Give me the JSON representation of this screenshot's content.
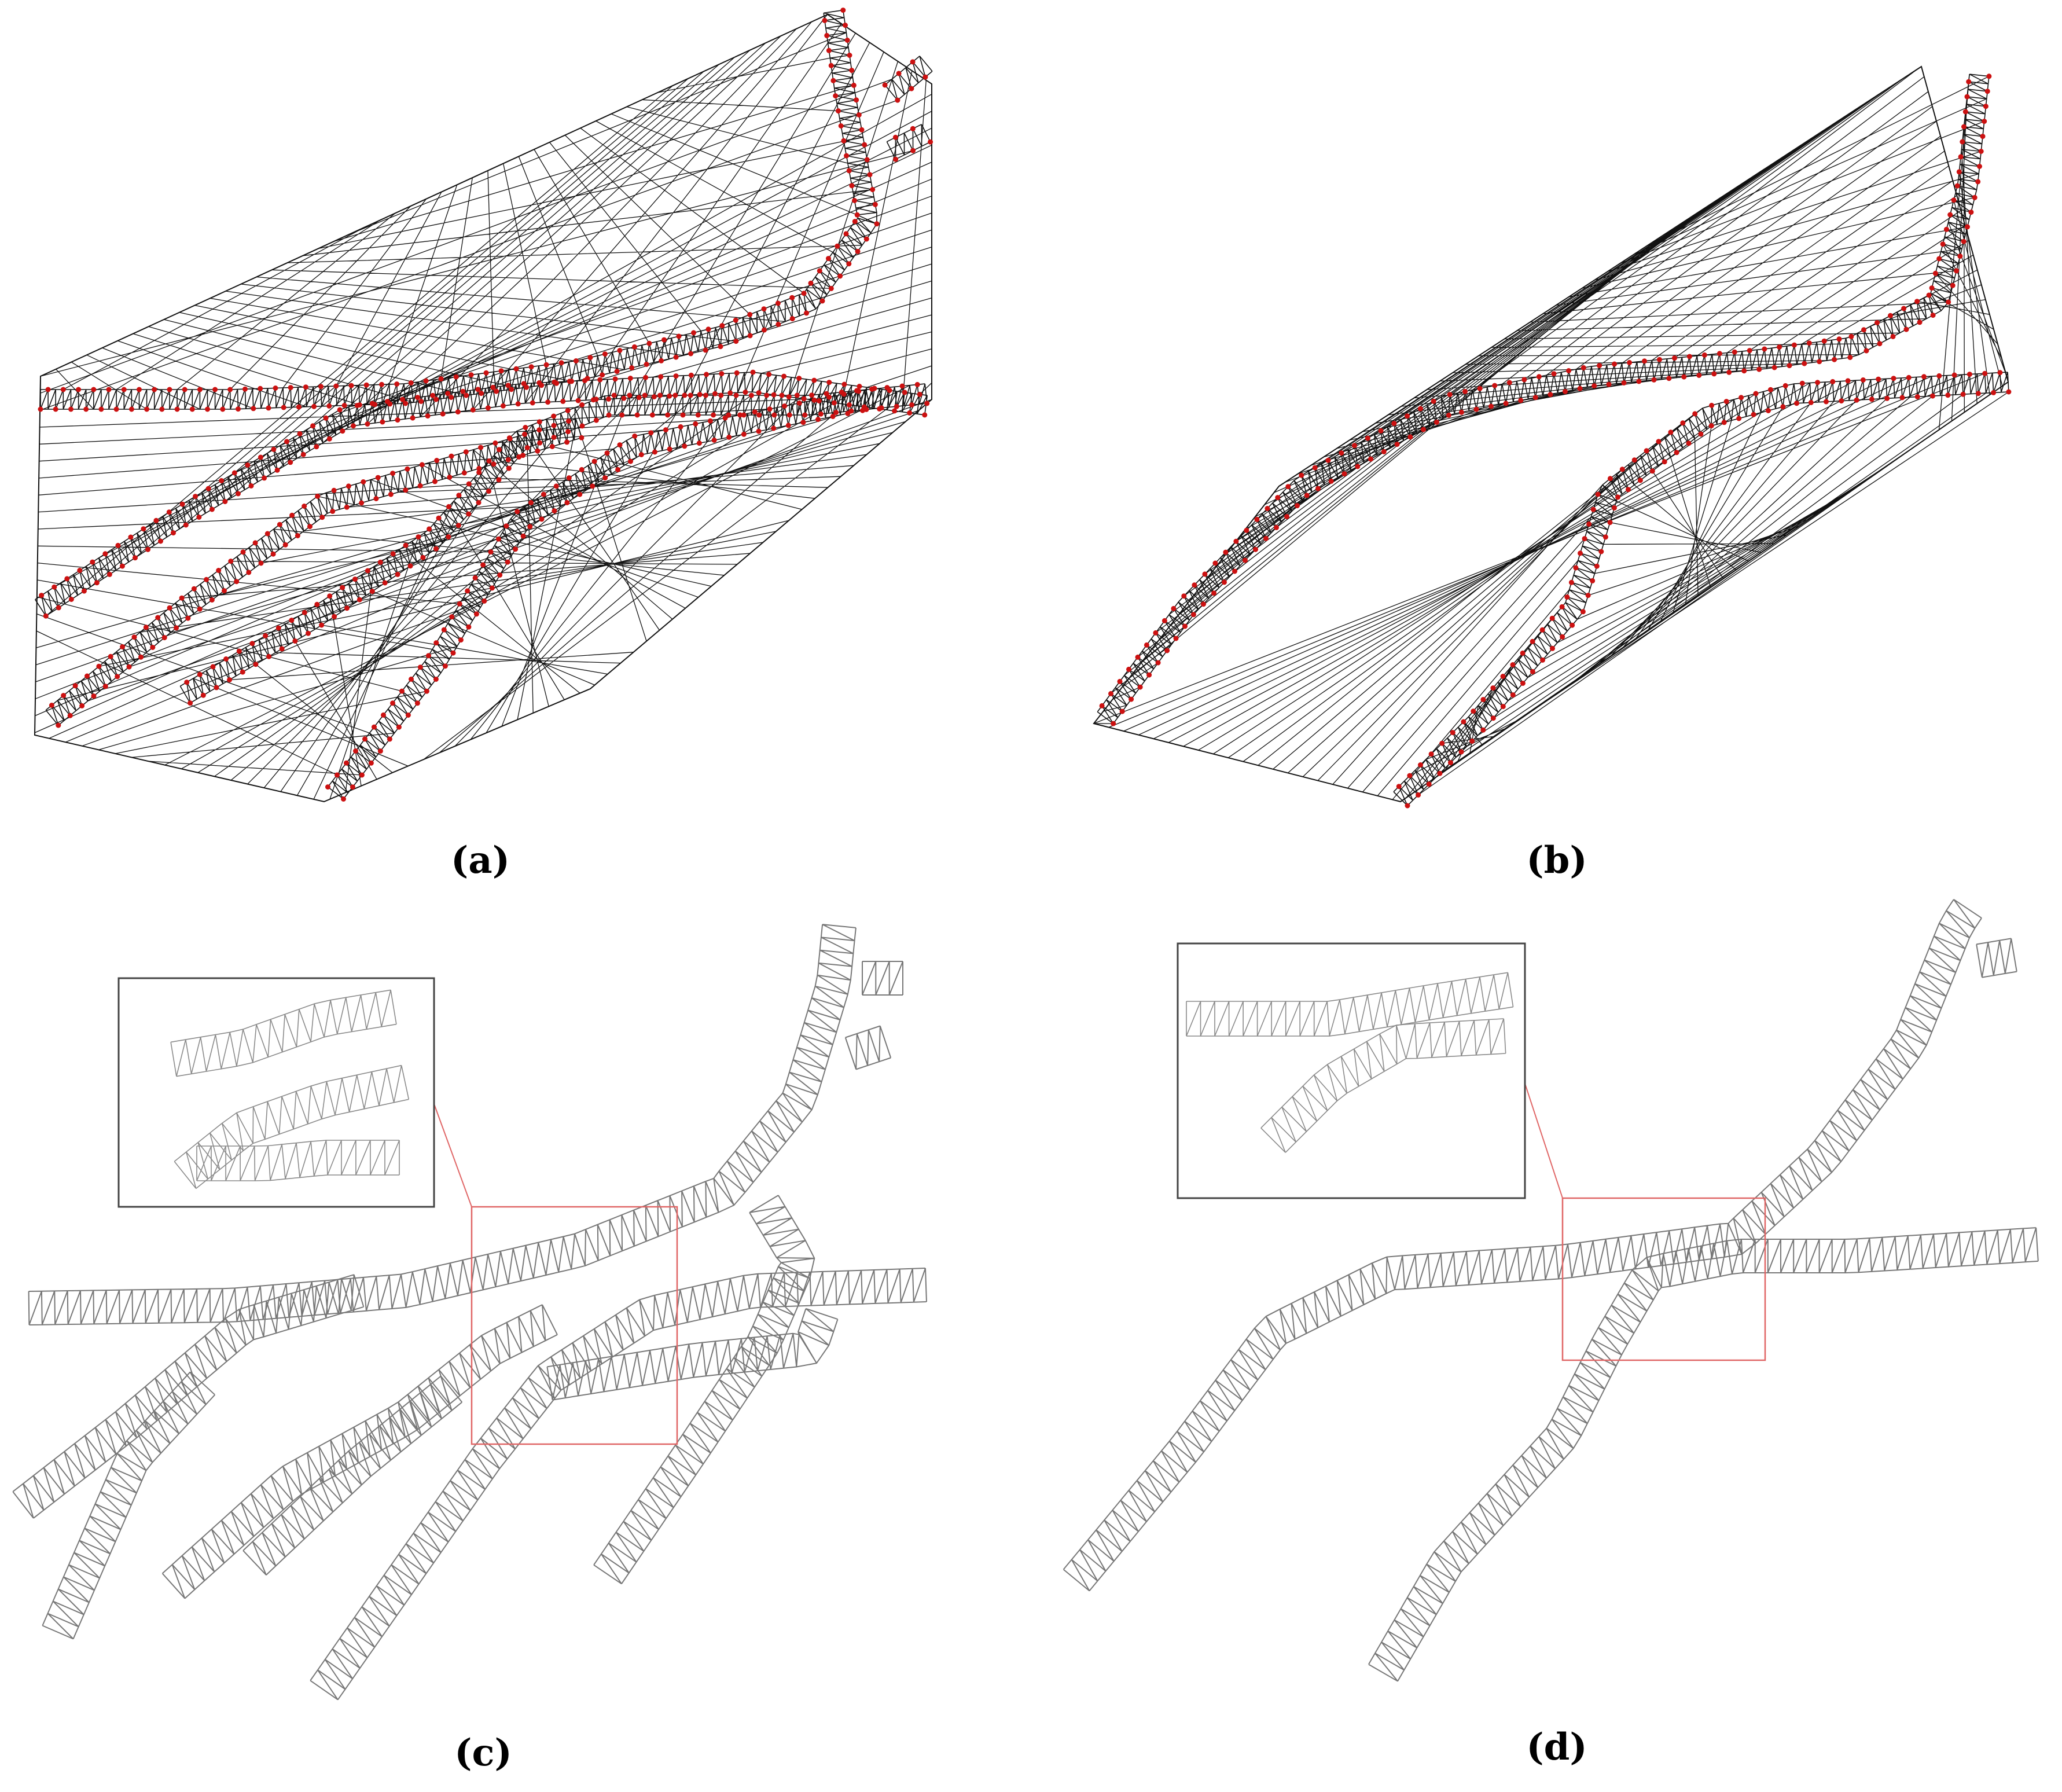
{
  "figure": {
    "panels": [
      {
        "id": "a",
        "label": "(a)",
        "style": "triangulation-with-hull"
      },
      {
        "id": "b",
        "label": "(b)",
        "style": "triangulation-with-hull"
      },
      {
        "id": "c",
        "label": "(c)",
        "style": "clipped-mesh-with-inset"
      },
      {
        "id": "d",
        "label": "(d)",
        "style": "clipped-mesh-with-inset"
      }
    ],
    "colors": {
      "hull_edge": "#111111",
      "vertex": "#cc1111",
      "mesh_edge": "#777777",
      "inset_frame": "#444444",
      "zoom_box": "#e06666"
    }
  }
}
